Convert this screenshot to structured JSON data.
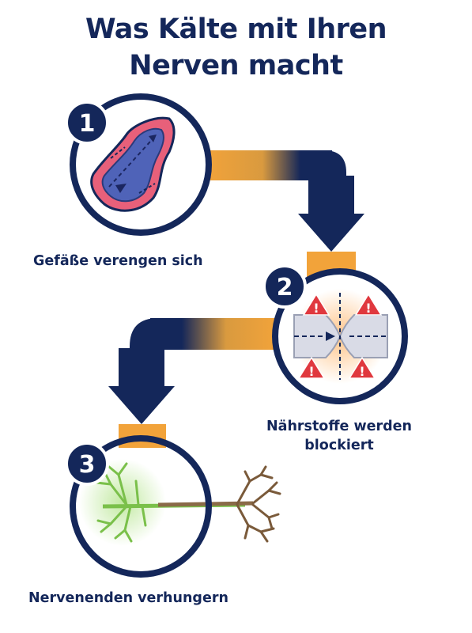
{
  "title": {
    "line1": "Was Kälte mit Ihren",
    "line2": "Nerven macht"
  },
  "steps": [
    {
      "number": "1",
      "caption": "Gefäße verengen sich"
    },
    {
      "number": "2",
      "caption_line1": "Nährstoffe werden",
      "caption_line2": "blockiert"
    },
    {
      "number": "3",
      "caption": "Nervenenden verhungern"
    }
  ],
  "colors": {
    "navy": "#14275a",
    "orange": "#f2a33a",
    "vessel_red": "#d9475a",
    "warning_red": "#e0383e",
    "healthy_green": "#7ac04a",
    "dying_brown": "#7a5a3a"
  },
  "icons": [
    "constricted-vessel-icon",
    "blocked-flow-warning-icon",
    "dying-nerve-icon",
    "arrow-down-icon"
  ]
}
